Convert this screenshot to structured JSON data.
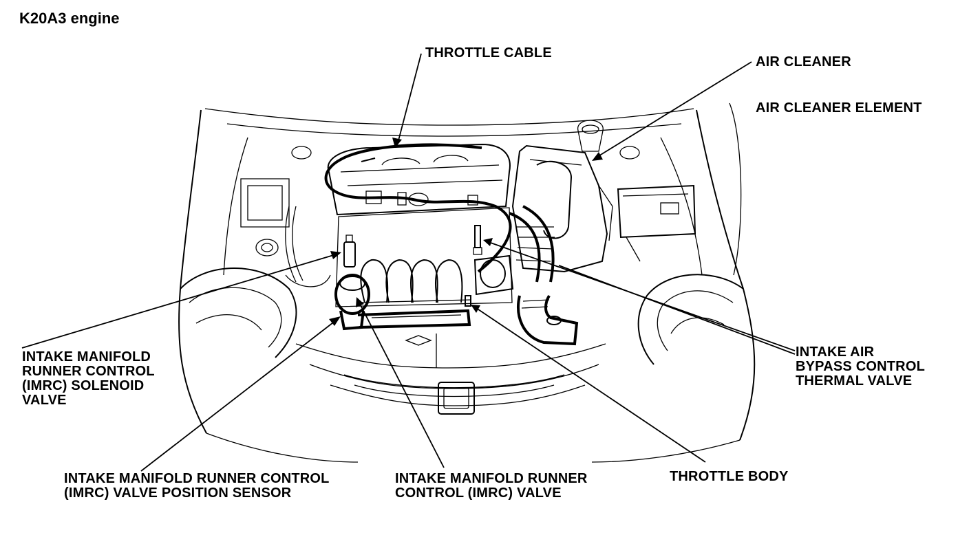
{
  "title": "K20A3 engine",
  "labels": {
    "throttle_cable": [
      "THROTTLE CABLE"
    ],
    "air_cleaner": [
      "AIR CLEANER"
    ],
    "air_cleaner_element": [
      "AIR CLEANER ELEMENT"
    ],
    "imrc_solenoid": [
      "INTAKE MANIFOLD",
      "RUNNER CONTROL",
      "(IMRC) SOLENOID",
      "VALVE"
    ],
    "intake_air_bypass": [
      "INTAKE AIR",
      "BYPASS CONTROL",
      "THERMAL VALVE"
    ],
    "imrc_sensor": [
      "INTAKE MANIFOLD RUNNER CONTROL",
      "(IMRC) VALVE POSITION SENSOR"
    ],
    "imrc_valve": [
      "INTAKE MANIFOLD RUNNER",
      "CONTROL (IMRC) VALVE"
    ],
    "throttle_body": [
      "THROTTLE BODY"
    ]
  }
}
